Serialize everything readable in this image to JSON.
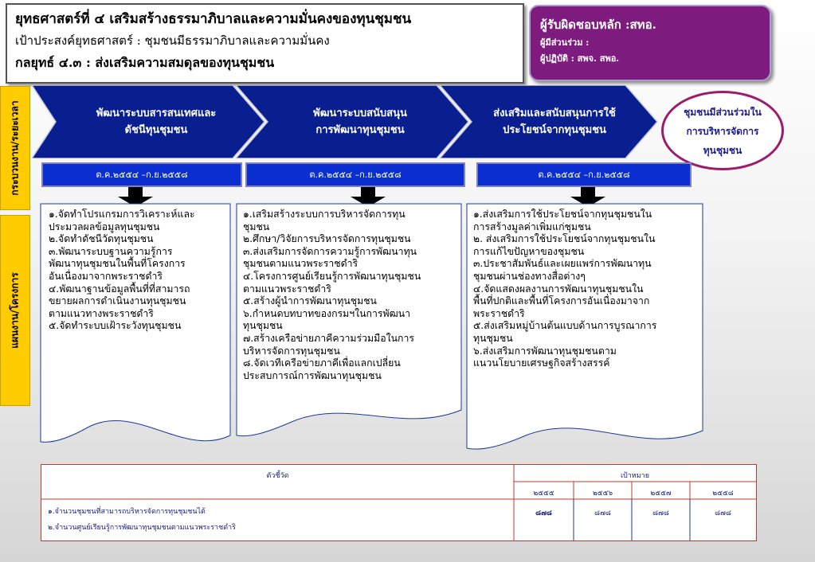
{
  "header": {
    "title": "ยุทธศาสตร์ที่ ๔ เสริมสร้างธรรมาภิบาลและความมั่นคงของทุนชุมชน",
    "objective": "เป้าประสงค์ยุทธศาสตร์ : ชุมชนมีธรรมาภิบาลและความมั่นคง",
    "strategy": "กลยุทธ์ ๔.๓ : ส่งเสริมความสมดุลของทุนชุมชน"
  },
  "responsible": {
    "main": "ผู้รับผิดชอบหลัก :สทอ.",
    "participants": "ผู้มีส่วนร่วม :",
    "operators": "ผู้ปฏิบัติ : สพจ. สพอ."
  },
  "side_labels": {
    "process": "กระบวนงาน/ระยะเวลา",
    "plan": "แผนงาน/โครงการ"
  },
  "processes": [
    {
      "label_line1": "พัฒนาระบบสารสนเทศและ",
      "label_line2": "ดัชนีทุนชุมชน",
      "period": "ต.ค.๒๕๕๔ –ก.ย.๒๕๕๘"
    },
    {
      "label_line1": "พัฒนาระบบสนับสนุน",
      "label_line2": "การพัฒนาทุนชุมชน",
      "period": "ต.ค.๒๕๕๔ –ก.ย.๒๕๕๘"
    },
    {
      "label_line1": "ส่งเสริมและสนับสนุนการใช้",
      "label_line2": "ประโยชน์จากทุนชุมชน",
      "period": "ต.ค.๒๕๕๔ –ก.ย.๒๕๕๘"
    }
  ],
  "goal": {
    "line1": "ชุมชนมีส่วนร่วมใน",
    "line2": "การบริหารจัดการ",
    "line3": "ทุนชุมชน"
  },
  "plans": [
    {
      "lines": [
        "๑.จัดทำโปรแกรมการวิเคราะห์และ",
        "ประมวลผลข้อมูลทุนชุมชน",
        "๒.จัดทำดัชนีวัดทุนชุมชน",
        "๓.พัฒนาระบบฐานความรู้การ",
        "พัฒนาทุนชุมชนในพื้นที่โครงการ",
        "อันเนื่องมาจากพระราชดำริ",
        "๔.พัฒนาฐานข้อมูลพื้นที่ที่สามารถ",
        "ขยายผลการดำเนินงานทุนชุมชน",
        "ตามแนวทางพระราชดำริ",
        "๕.จัดทำระบบเฝ้าระวังทุนชุมชน"
      ]
    },
    {
      "lines": [
        "๑.เสริมสร้างระบบการบริหารจัดการทุน",
        "ชุมชน",
        "๒.ศึกษา/วิจัยการบริหารจัดการทุนชุมชน",
        "๓.ส่งเสริมการจัดการความรู้การพัฒนาทุน",
        "ชุมชนตามแนวพระราชดำริ",
        "๔.โครงการศูนย์เรียนรู้การพัฒนาทุนชุมชน",
        "ตามแนวพระราชดำริ",
        "๕.สร้างผู้นำการพัฒนาทุนชุมชน",
        "๖.กำหนดบทบาทของกรมฯในการพัฒนา",
        "ทุนชุมชน",
        "๗.สร้างเครือข่ายภาคีความร่วมมือในการ",
        "บริหารจัดการทุนชุมชน",
        "๘.จัดเวทีเครือข่ายภาคีเพื่อแลกเปลี่ยน",
        "ประสบการณ์การพัฒนาทุนชุมชน"
      ]
    },
    {
      "lines": [
        "๑.ส่งเสริมการใช้ประโยชน์จากทุนชุมชนใน",
        "การสร้างมูลค่าเพิ่มแก่ชุมชน",
        "๒. ส่งเสริมการใช้ประโยชน์จากทุนชุมชนใน",
        "การแก้ไขปัญหาของชุมชน",
        "๓.ประชาสัมพันธ์และเผยแพร่การพัฒนาทุน",
        "ชุมชนผ่านช่องทางสื่อต่างๆ",
        "๔.จัดแสดงผลงานการพัฒนาทุนชุมชนใน",
        "พื้นที่ปกติและพื้นที่โครงการอันเนื่องมาจาก",
        "พระราชดำริ",
        "๕.ส่งเสริมหมู่บ้านต้นแบบด้านการบูรณาการ",
        "ทุนชุมชน",
        "๖.ส่งเสริมการพัฒนาทุนชุมชนตาม",
        "แนวนโยบายเศรษฐกิจสร้างสรรค์"
      ]
    }
  ],
  "indicator_table": {
    "indicator_header": "ตัวชี้วัด",
    "target_header": "เป้าหมาย",
    "years": [
      "๒๕๕๕",
      "๒๕๕๖",
      "๒๕๕๗",
      "๒๕๕๘"
    ],
    "indicators": [
      "๑.จำนวนชุมชนที่สามารถบริหารจัดการทุนชุมชนได้",
      "๒.จำนวนศูนย์เรียนรู้การพัฒนาทุนชุมชนตามแนวพระราชดำริ"
    ],
    "values": [
      "๘๗๘",
      "๘๗๘",
      "๘๗๘",
      "๘๗๘"
    ]
  },
  "colors": {
    "chevron_blue": "#0a1f8f",
    "period_blue": "#0a2ecf",
    "responsible_purple": "#7d1c7e",
    "side_yellow": "#ffcc00",
    "goal_border": "#9c1b6a",
    "table_border": "#c0392b"
  }
}
